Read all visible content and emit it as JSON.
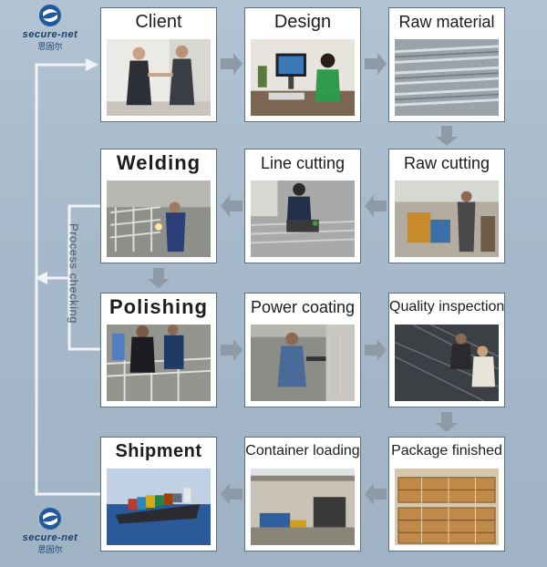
{
  "logo": {
    "brand": "secure-net",
    "chinese": "思固尔"
  },
  "steps": {
    "client": "Client",
    "design": "Design",
    "raw_material": "Raw material",
    "welding": "Welding",
    "line_cutting": "Line cutting",
    "raw_cutting": "Raw cutting",
    "polishing": "Polishing",
    "power_coating": "Power coating",
    "quality_inspection": "Quality inspection",
    "shipment": "Shipment",
    "container_loading": "Container loading",
    "package_finished": "Package finished"
  },
  "process_checking": "Process checking",
  "colors": {
    "background": "#a9bccc",
    "arrow": "#8e9aa5",
    "line": "#f2f5f7",
    "box_border": "#5f6e7a"
  }
}
